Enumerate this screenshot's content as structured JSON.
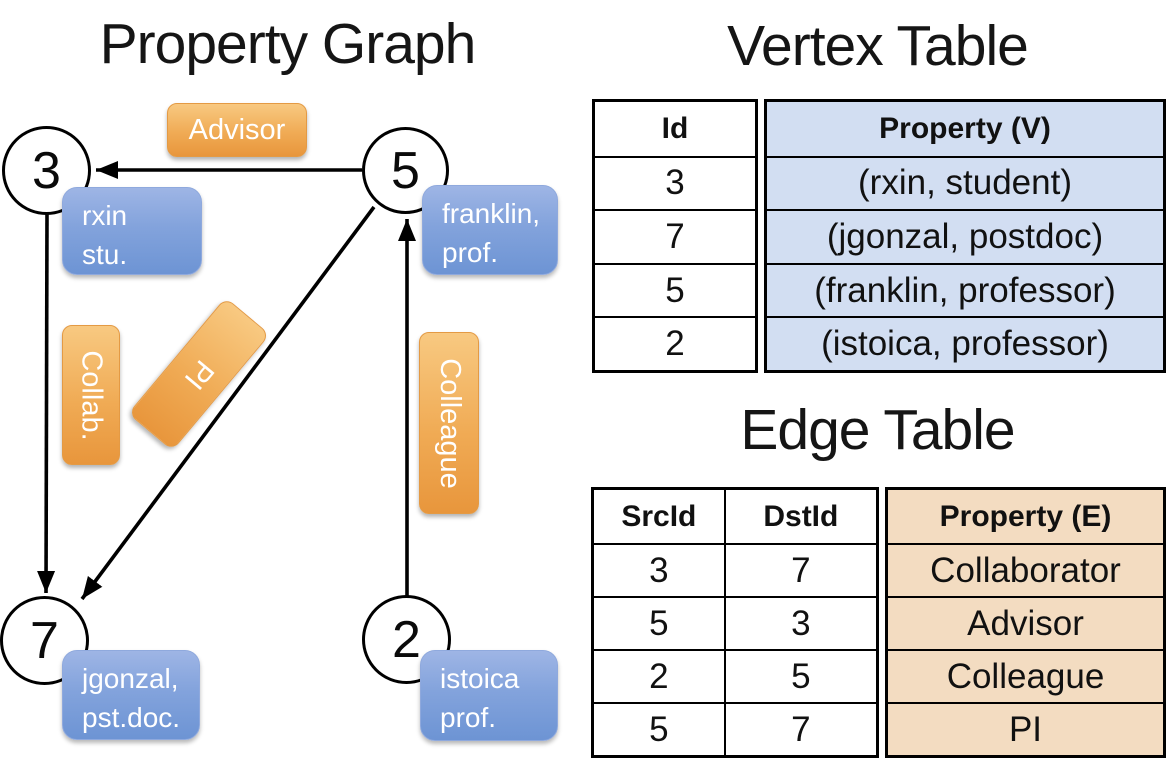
{
  "graph": {
    "title": "Property Graph",
    "nodes": [
      {
        "id": "3",
        "property_lines": [
          "rxin",
          "stu."
        ]
      },
      {
        "id": "5",
        "property_lines": [
          "franklin,",
          "prof."
        ]
      },
      {
        "id": "7",
        "property_lines": [
          "jgonzal,",
          "pst.doc."
        ]
      },
      {
        "id": "2",
        "property_lines": [
          "istoica",
          "prof."
        ]
      }
    ],
    "edges": [
      {
        "src": "5",
        "dst": "3",
        "label": "Advisor"
      },
      {
        "src": "3",
        "dst": "7",
        "label": "Collab."
      },
      {
        "src": "5",
        "dst": "7",
        "label": "PI"
      },
      {
        "src": "2",
        "dst": "5",
        "label": "Colleague"
      }
    ]
  },
  "vertex_table": {
    "title": "Vertex Table",
    "columns": {
      "id": "Id",
      "property": "Property (V)"
    },
    "rows": [
      {
        "id": "3",
        "property": "(rxin, student)"
      },
      {
        "id": "7",
        "property": "(jgonzal, postdoc)"
      },
      {
        "id": "5",
        "property": "(franklin, professor)"
      },
      {
        "id": "2",
        "property": "(istoica, professor)"
      }
    ]
  },
  "edge_table": {
    "title": "Edge Table",
    "columns": {
      "src": "SrcId",
      "dst": "DstId",
      "property": "Property (E)"
    },
    "rows": [
      {
        "src": "3",
        "dst": "7",
        "property": "Collaborator"
      },
      {
        "src": "5",
        "dst": "3",
        "property": "Advisor"
      },
      {
        "src": "2",
        "dst": "5",
        "property": "Colleague"
      },
      {
        "src": "5",
        "dst": "7",
        "property": "PI"
      }
    ]
  },
  "colors": {
    "vertex_box_blue": "#7fa0db",
    "edge_box_orange": "#eda24b",
    "vertex_table_fill": "#d2def2",
    "edge_table_fill": "#f3dcc1",
    "line_black": "#000000"
  }
}
